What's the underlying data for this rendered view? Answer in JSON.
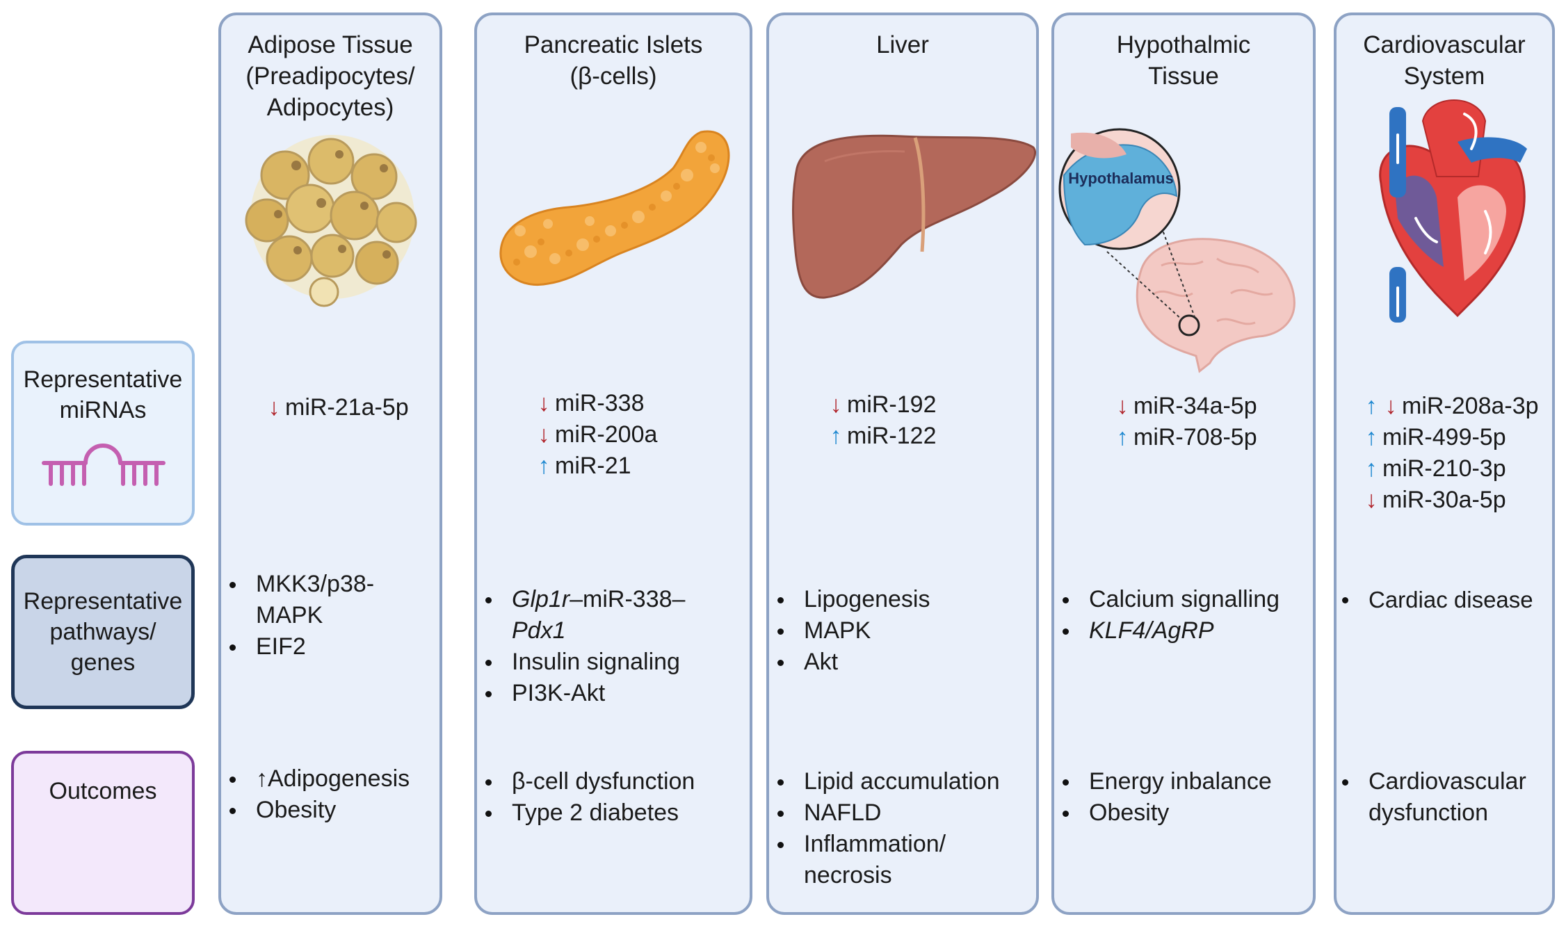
{
  "row_labels": {
    "mirnas": "Representative\nmiRNAs",
    "pathways": "Representative\npathways/\ngenes",
    "outcomes": "Outcomes"
  },
  "columns": [
    {
      "title": "Adipose Tissue\n(Preadipocytes/\nAdipocytes)",
      "mirnas": [
        {
          "dir": "down",
          "arrow": "↓",
          "name": "miR-21a-5p"
        }
      ],
      "pathways": [
        "MKK3/p38-\nMAPK",
        "EIF2"
      ],
      "outcomes": [
        "↑Adipogenesis",
        "Obesity"
      ]
    },
    {
      "title": "Pancreatic Islets\n(β-cells)",
      "mirnas": [
        {
          "dir": "down",
          "arrow": "↓",
          "name": "miR-338"
        },
        {
          "dir": "down",
          "arrow": "↓",
          "name": "miR-200a"
        },
        {
          "dir": "up",
          "arrow": "↑",
          "name": "miR-21"
        }
      ],
      "pathway_gene_1": {
        "a": "Glp1r",
        "b": "–miR-338–",
        "c": "Pdx1"
      },
      "pathways": [
        "Insulin signaling",
        "PI3K-Akt"
      ],
      "outcomes": [
        "β-cell dysfunction",
        "Type 2 diabetes"
      ]
    },
    {
      "title": "Liver",
      "mirnas": [
        {
          "dir": "down",
          "arrow": "↓",
          "name": "miR-192"
        },
        {
          "dir": "up",
          "arrow": "↑",
          "name": "miR-122"
        }
      ],
      "pathways": [
        "Lipogenesis",
        "MAPK",
        "Akt"
      ],
      "outcomes": [
        "Lipid accumulation",
        "NAFLD",
        "Inflammation/\nnecrosis"
      ]
    },
    {
      "title": "Hypothalmic\nTissue",
      "image_label": "Hypothalamus",
      "mirnas": [
        {
          "dir": "down",
          "arrow": "↓",
          "name": "miR-34a-5p"
        },
        {
          "dir": "up",
          "arrow": "↑",
          "name": "miR-708-5p"
        }
      ],
      "pathways": [
        "Calcium signalling",
        "KLF4/AgRP"
      ],
      "outcomes": [
        "Energy inbalance",
        "Obesity"
      ]
    },
    {
      "title": "Cardiovascular\nSystem",
      "mirnas": [
        {
          "dir": "both",
          "arrow_up": "↑",
          "arrow": "↓",
          "name": "miR-208a-3p"
        },
        {
          "dir": "up",
          "arrow": "↑",
          "name": "miR-499-5p"
        },
        {
          "dir": "up",
          "arrow": "↑",
          "name": "miR-210-3p"
        },
        {
          "dir": "down",
          "arrow": "↓",
          "name": "miR-30a-5p"
        }
      ],
      "pathways": [
        "Cardiac disease"
      ],
      "outcomes": [
        "Cardiovascular\ndysfunction"
      ]
    }
  ],
  "colors": {
    "down_arrow": "#b0232a",
    "up_arrow": "#1e88d0",
    "column_fill": "#eaf0fa",
    "column_border": "#8da2c4",
    "mirna_label_fill": "#e9f2fc",
    "pathway_label_fill": "#c9d5e8",
    "outcome_label_fill": "#f3e8fb",
    "outcome_label_border": "#7c3a9a"
  },
  "icons": [
    "rna-hairpin-icon",
    "adipocytes-icon",
    "pancreas-icon",
    "liver-icon",
    "brain-hypothalamus-icon",
    "heart-icon"
  ]
}
